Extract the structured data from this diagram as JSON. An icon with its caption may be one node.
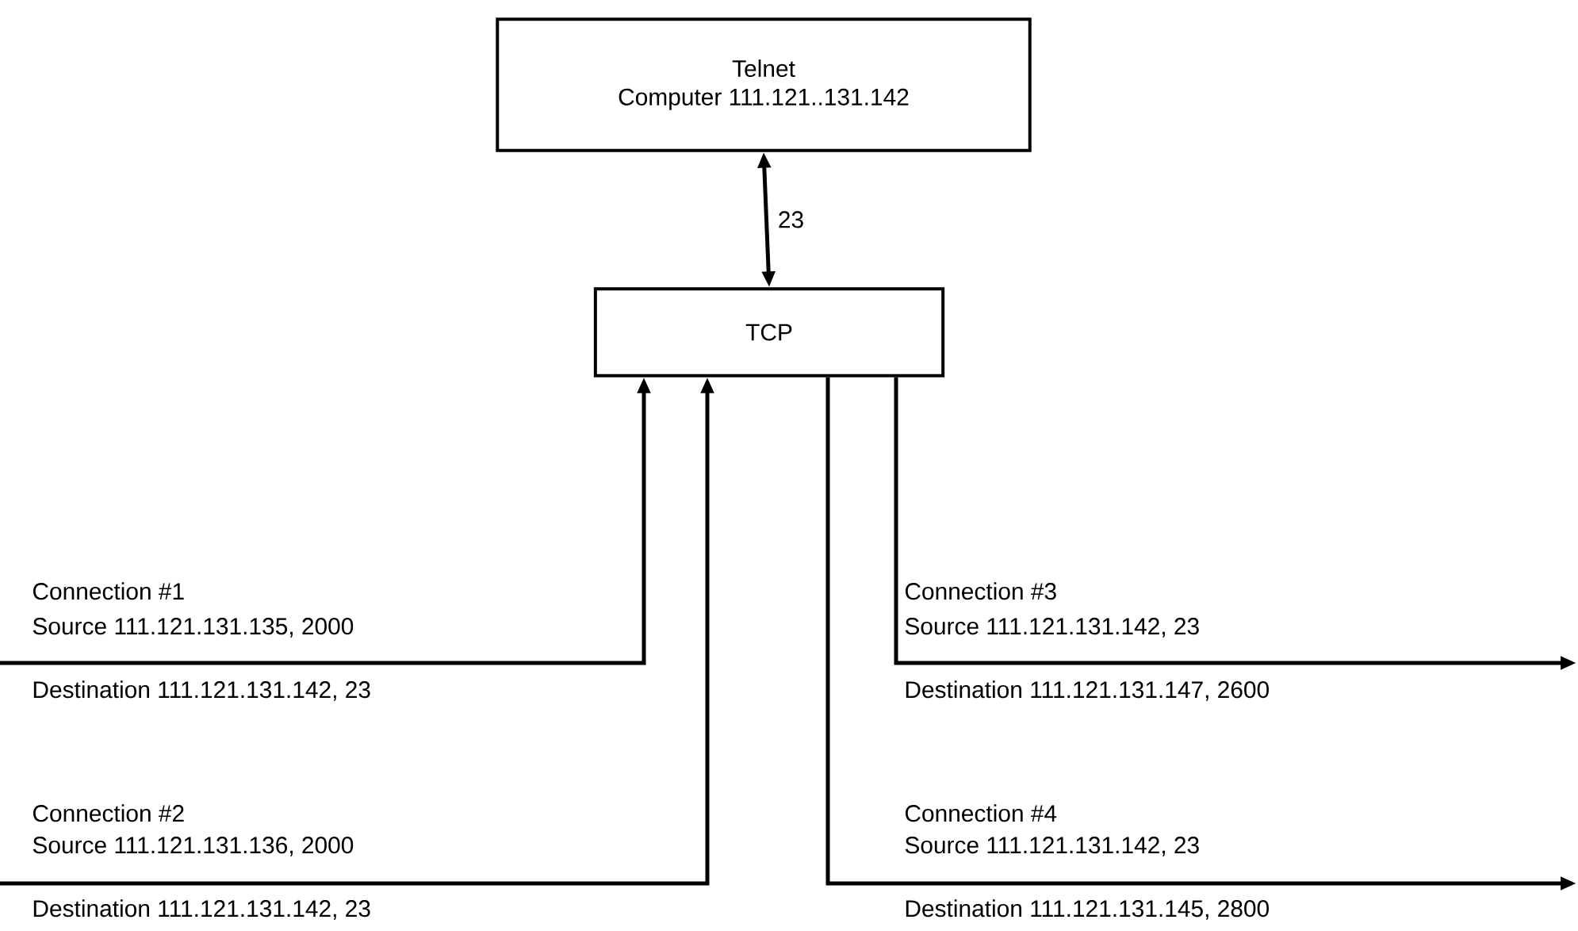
{
  "diagram": {
    "nodes": [
      {
        "text": [
          "Telnet",
          "Computer 111.121..131.142"
        ]
      },
      {
        "text": [
          "TCP"
        ]
      }
    ],
    "edges": [
      {
        "from": 0,
        "to": 1,
        "arrow": "both",
        "label": "23"
      },
      {
        "from": null,
        "to": 1,
        "arrow": "to"
      },
      {
        "from": null,
        "to": 1,
        "arrow": "to"
      },
      {
        "from": 1,
        "to": null,
        "arrow": "to"
      },
      {
        "from": 1,
        "to": null,
        "arrow": "to"
      }
    ],
    "labels": [
      "Connection #1",
      "Source 111.121.131.135, 2000",
      "Destination 111.121.131.142, 23",
      "Connection #3",
      "Source 111.121.131.142, 23",
      "Destination 111.121.131.147, 2600",
      "Connection #2",
      "Source 111.121.131.136, 2000",
      "Destination 111.121.131.142, 23",
      "Connection #4",
      "Source 111.121.131.142, 23",
      "Destination 111.121.131.145, 2800"
    ]
  }
}
